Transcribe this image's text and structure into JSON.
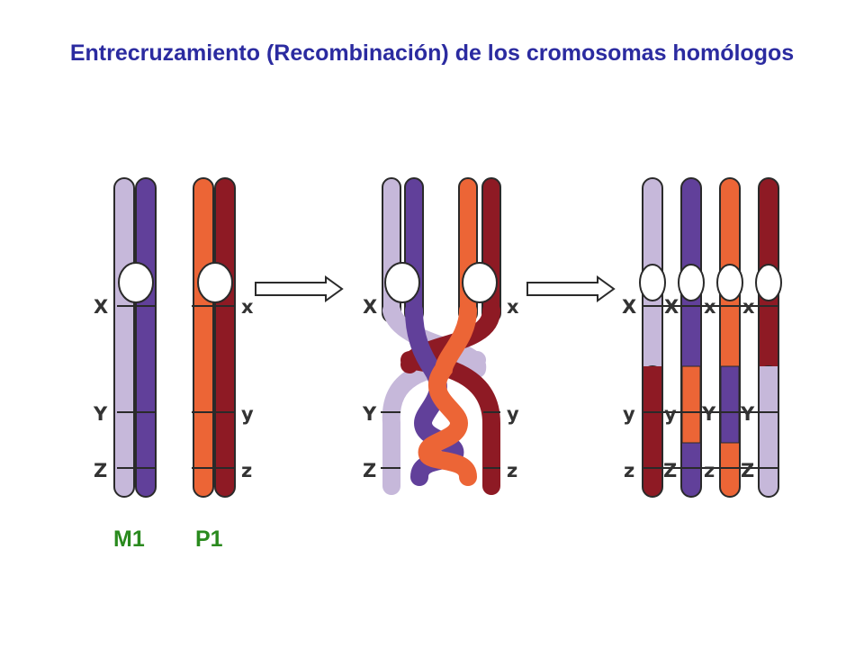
{
  "title": "Entrecruzamiento (Recombinación) de los cromosomas homólogos",
  "colors": {
    "maternal_light": "#c6b8da",
    "maternal_dark": "#61409a",
    "paternal_light": "#ec6536",
    "paternal_dark": "#8e1a24",
    "outline": "#2a2a2a",
    "title": "#2b2ba0",
    "caption": "#2a8a1e"
  },
  "panel_before": {
    "labels_left": [
      "X",
      "Y",
      "Z"
    ],
    "labels_right": [
      "x",
      "y",
      "z"
    ],
    "captions": [
      "M1",
      "P1"
    ]
  },
  "panel_crossing": {
    "labels_left": [
      "X",
      "Y",
      "Z"
    ],
    "labels_right": [
      "x",
      "y",
      "z"
    ]
  },
  "panel_after": {
    "chromatids": [
      {
        "top": "X",
        "mid": "y",
        "bottom": "z"
      },
      {
        "top": "X",
        "mid": "y",
        "bottom": "Z"
      },
      {
        "top": "x",
        "mid": "Y",
        "bottom": "z"
      },
      {
        "top": "x",
        "mid": "Y",
        "bottom": "Z"
      }
    ]
  },
  "icons": [
    "arrow-right-icon",
    "arrow-right-icon"
  ]
}
